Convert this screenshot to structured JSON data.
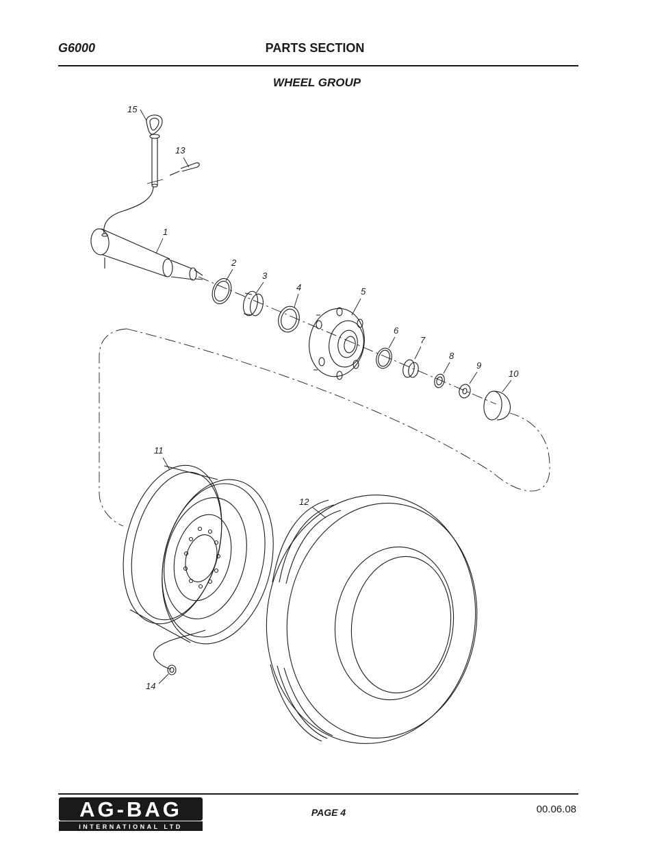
{
  "header": {
    "model": "G6000",
    "section_title": "PARTS SECTION"
  },
  "group_title": "WHEEL GROUP",
  "callouts": {
    "c1": "1",
    "c2": "2",
    "c3": "3",
    "c4": "4",
    "c5": "5",
    "c6": "6",
    "c7": "7",
    "c8": "8",
    "c9": "9",
    "c10": "10",
    "c11": "11",
    "c12": "12",
    "c13": "13",
    "c14": "14",
    "c15": "15"
  },
  "footer": {
    "logo_main": "AG-BAG",
    "logo_sub": "INTERNATIONAL LTD",
    "page_label": "PAGE 4",
    "date": "00.06.08"
  }
}
